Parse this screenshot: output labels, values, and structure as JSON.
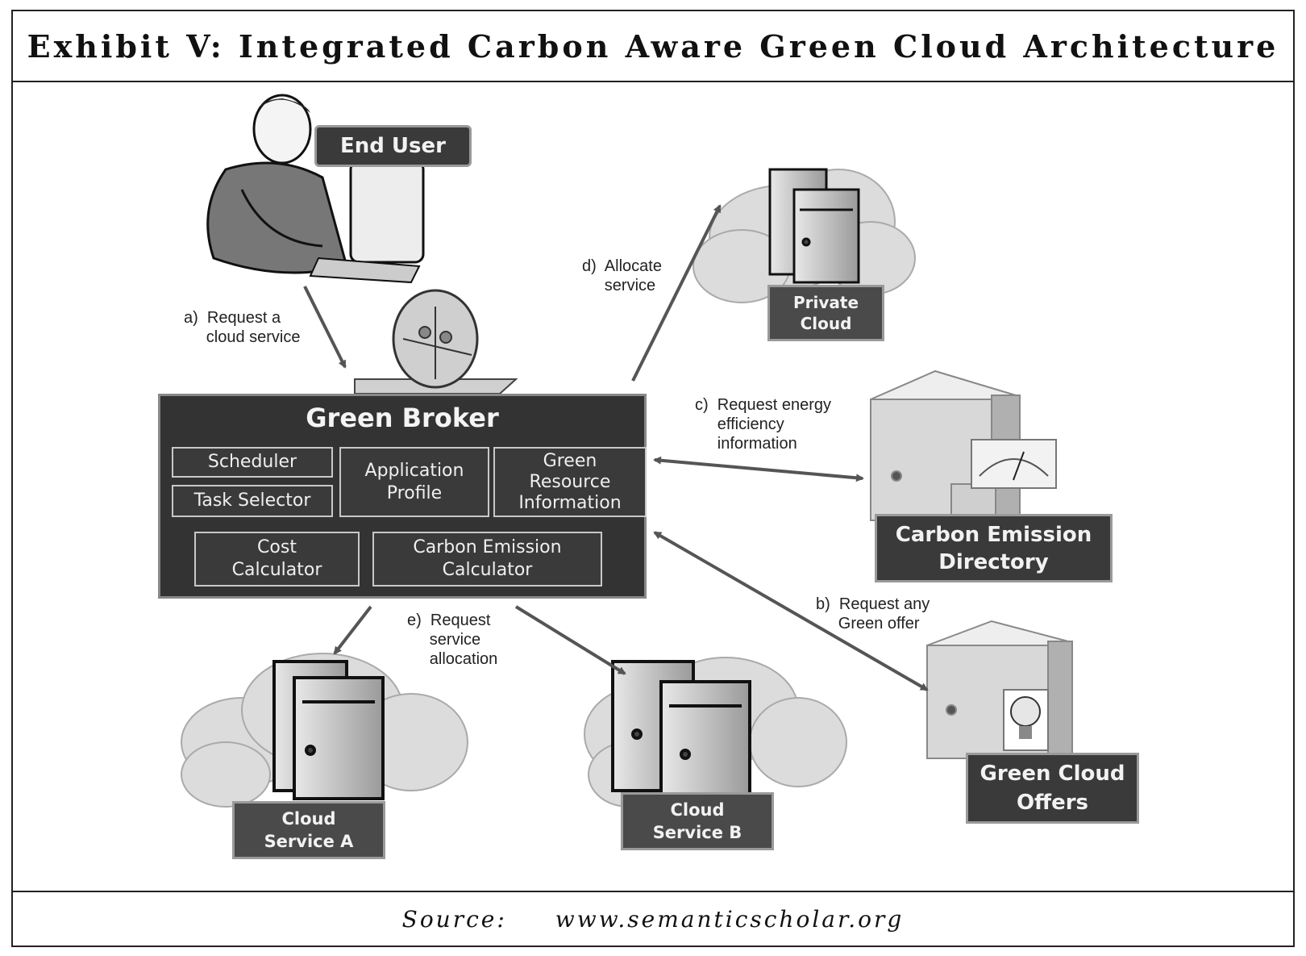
{
  "title": "Exhibit V: Integrated Carbon Aware Green Cloud Architecture",
  "source": {
    "label": "Source:",
    "url": "www.semanticscholar.org"
  },
  "diagram": {
    "end_user": "End User",
    "broker": {
      "title": "Green Broker",
      "modules": {
        "scheduler": "Scheduler",
        "task_selector": "Task Selector",
        "application_profile": "Application\nProfile",
        "green_resource_info": "Green\nResource\nInformation",
        "cost_calculator": "Cost\nCalculator",
        "carbon_emission_calculator": "Carbon Emission\nCalculator"
      }
    },
    "nodes": {
      "private_cloud": "Private\nCloud",
      "carbon_emission_directory": "Carbon Emission\nDirectory",
      "green_cloud_offers": "Green Cloud\nOffers",
      "cloud_service_a": "Cloud\nService A",
      "cloud_service_b": "Cloud\nService B"
    },
    "steps": {
      "a": "a)  Request a\n     cloud service",
      "b": "b)  Request any\n     Green offer",
      "c": "c)  Request energy\n     efficiency\n     information",
      "d": "d)  Allocate\n     service",
      "e": "e)  Request\n     service\n     allocation"
    }
  },
  "colors": {
    "box_fill": "#3a3a3a",
    "arrow": "#555555"
  },
  "icons": [
    "user-at-computer-icon",
    "satellite-dish-icon",
    "server-icon",
    "cloud-icon",
    "gauge-icon",
    "lightbulb-icon"
  ]
}
